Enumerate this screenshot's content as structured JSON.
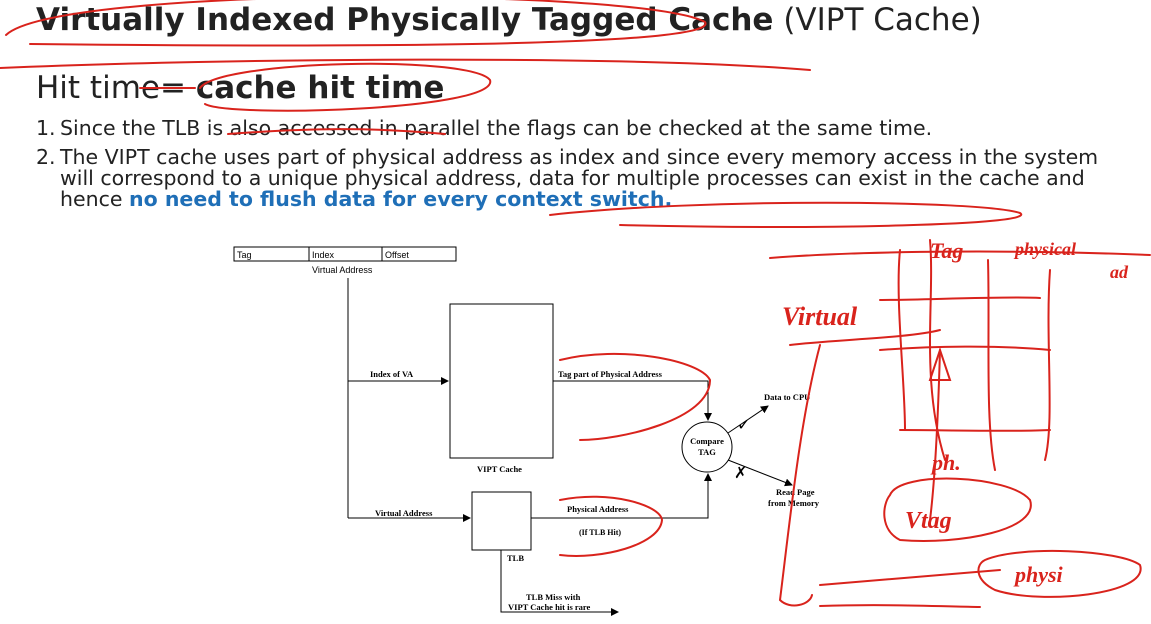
{
  "header": {
    "title_bold": "Virtually Indexed Physically Tagged Cache",
    "title_rest": " (VIPT Cache)",
    "hit_prefix": "Hit time= ",
    "hit_bold": "cache hit time"
  },
  "points": [
    {
      "num": "1.",
      "text": "Since the TLB is also accessed in parallel the flags can be checked at the same time."
    },
    {
      "num": "2.",
      "text": "The VIPT cache uses part of physical address as index and since every memory access in the system will correspond to a unique physical address, data for multiple processes can exist in the cache and hence ",
      "highlight": "no need to flush data for every context switch."
    }
  ],
  "diagram": {
    "fields": [
      "Tag",
      "Index",
      "Offset"
    ],
    "virtual_address": "Virtual Address",
    "index_of_va": "Index of VA",
    "tag_part": "Tag part of Physical Address",
    "vipt_cache": "VIPT Cache",
    "compare_1": "Compare",
    "compare_2": "TAG",
    "data_to_cpu": "Data to CPU",
    "read_page_1": "Read Page",
    "read_page_2": "from Memory",
    "va_to_tlb": "Virtual Address",
    "physical_address": "Physical Address",
    "if_tlb_hit": "(If TLB Hit)",
    "tlb": "TLB",
    "tlb_miss_1": "TLB Miss with",
    "tlb_miss_2": "VIPT Cache hit is rare"
  },
  "handwriting": {
    "tag": "Tag",
    "physical": "physical",
    "ad": "ad",
    "virtual": "Virtual",
    "ph": "ph.",
    "vtag": "Vtag",
    "physi": "physi"
  },
  "colors": {
    "ink": "#d9231c",
    "highlight": "#1f6fb7"
  }
}
